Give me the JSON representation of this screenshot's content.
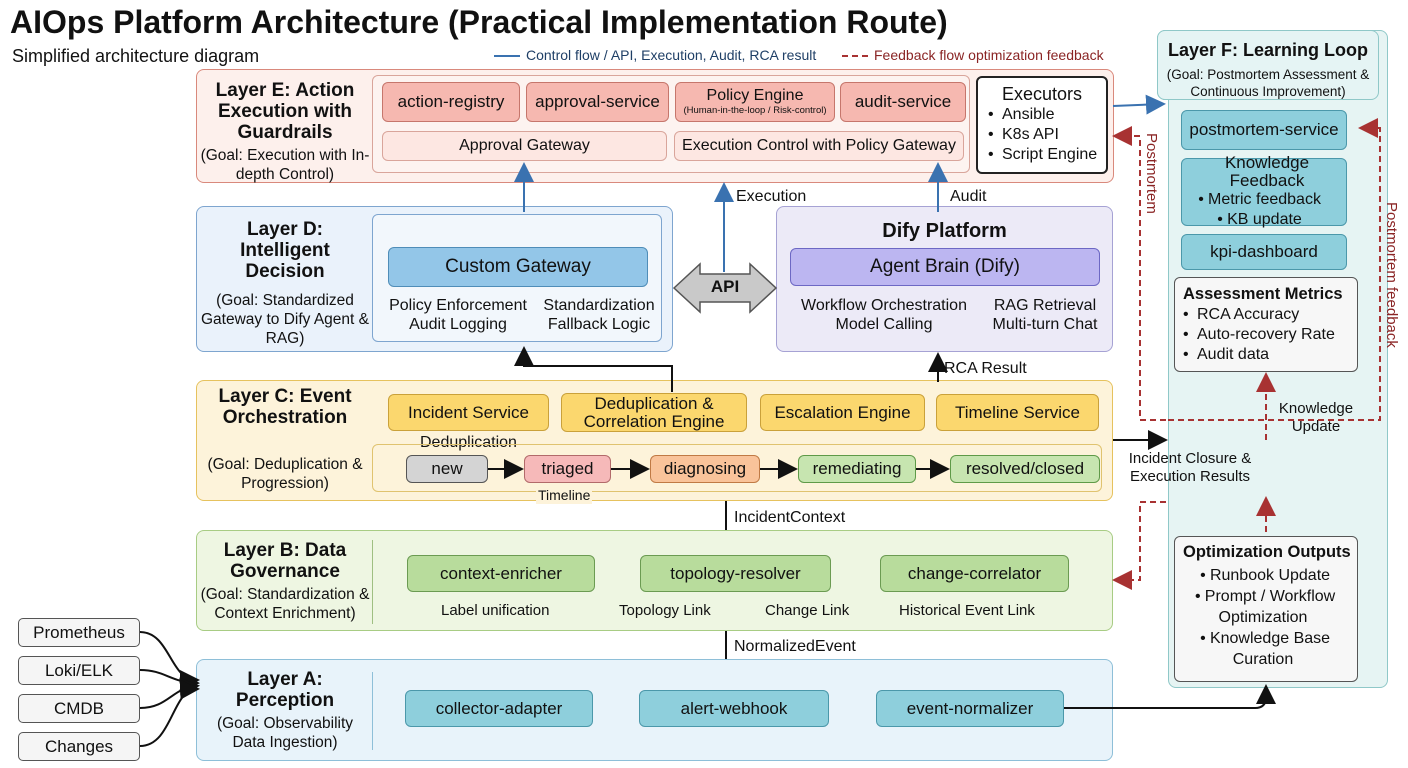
{
  "header": {
    "title": "AIOps Platform Architecture (Practical Implementation Route)",
    "subtitle": "Simplified architecture diagram",
    "legend_control": "Control flow / API, Execution, Audit, RCA result",
    "legend_feedback": "Feedback flow optimization feedback"
  },
  "colors": {
    "control_flow": "#3a72b0",
    "feedback_flow": "#a83232"
  },
  "layer_e": {
    "title": "Layer E: Action Execution with Guardrails",
    "goal": "(Goal: Execution with In-depth Control)",
    "action_registry": "action-registry",
    "approval_service": "approval-service",
    "policy_engine": "Policy Engine",
    "policy_engine_note": "(Human-in-the-loop / Risk-control)",
    "audit_service": "audit-service",
    "approval_gateway": "Approval Gateway",
    "execution_control": "Execution Control with Policy Gateway",
    "executors_title": "Executors",
    "executors": [
      "Ansible",
      "K8s API",
      "Script Engine"
    ]
  },
  "layer_d": {
    "title": "Layer D: Intelligent Decision",
    "goal": "(Goal: Standardized Gateway to Dify Agent & RAG)",
    "custom_gateway": "Custom Gateway",
    "gw_left": "Policy Enforcement\nAudit Logging",
    "gw_right": "Standardization\nFallback Logic",
    "api": "API",
    "dify_title": "Dify Platform",
    "agent_brain": "Agent Brain (Dify)",
    "dify_left": "Workflow Orchestration\nModel Calling",
    "dify_right": "RAG Retrieval\nMulti-turn Chat"
  },
  "layer_c": {
    "title": "Layer C: Event Orchestration",
    "goal": "(Goal: Deduplication & Progression)",
    "services": [
      "Incident Service",
      "Deduplication & Correlation Engine",
      "Escalation Engine",
      "Timeline Service"
    ],
    "dedup_label": "Deduplication",
    "timeline_label": "Timeline",
    "states": [
      "new",
      "triaged",
      "diagnosing",
      "remediating",
      "resolved/closed"
    ]
  },
  "layer_b": {
    "title": "Layer B: Data Governance",
    "goal": "(Goal: Standardization & Context Enrichment)",
    "components": [
      "context-enricher",
      "topology-resolver",
      "change-correlator"
    ],
    "links": [
      "Label unification",
      "Topology Link",
      "Change Link",
      "Historical Event Link"
    ]
  },
  "layer_a": {
    "title": "Layer A: Perception",
    "goal": "(Goal: Observability Data Ingestion)",
    "components": [
      "collector-adapter",
      "alert-webhook",
      "event-normalizer"
    ],
    "sources": [
      "Prometheus",
      "Loki/ELK",
      "CMDB",
      "Changes"
    ]
  },
  "layer_f": {
    "title": "Layer F: Learning Loop",
    "goal": "(Goal: Postmortem Assessment & Continuous Improvement)",
    "postmortem_service": "postmortem-service",
    "kf_title": "Knowledge Feedback",
    "kf_items": [
      "Metric feedback",
      "KB update"
    ],
    "kpi_dashboard": "kpi-dashboard",
    "metrics_title": "Assessment Metrics",
    "metrics_items": [
      "RCA Accuracy",
      "Auto-recovery Rate",
      "Audit data"
    ],
    "knowledge_update": "Knowledge\nUpdate",
    "opt_title": "Optimization Outputs",
    "opt_items": [
      "Runbook Update",
      "Prompt / Workflow Optimization",
      "Knowledge Base Curation"
    ]
  },
  "flows": {
    "execution": "Execution",
    "audit": "Audit",
    "rca_result": "RCA Result",
    "incident_context": "IncidentContext",
    "normalized_event": "NormalizedEvent",
    "incident_closure": "Incident Closure &\nExecution Results",
    "postmortem": "Postmortem",
    "postmortem_feedback": "Postmortem feedback"
  }
}
